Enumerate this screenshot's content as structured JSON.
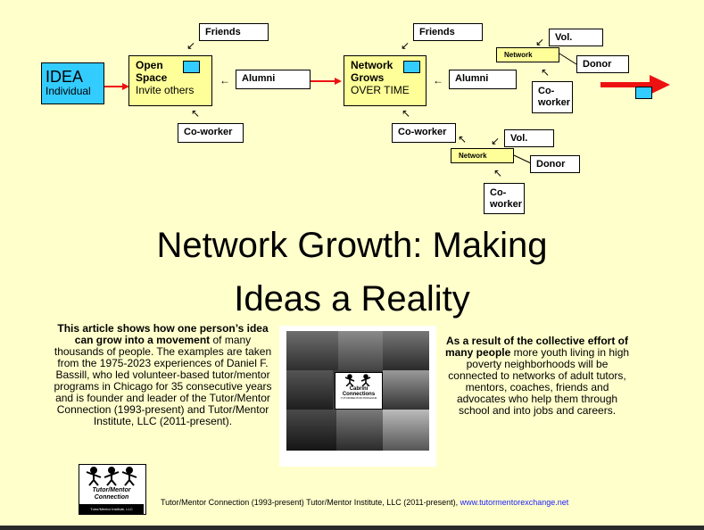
{
  "diagram": {
    "idea_box": {
      "title": "IDEA",
      "subtitle": "Individual"
    },
    "open_space": {
      "line1": "Open",
      "line2": "Space",
      "line3": "Invite others"
    },
    "network_grows": {
      "line1": "Network",
      "line2": "Grows",
      "line3": "OVER TIME"
    },
    "labels": {
      "friends": "Friends",
      "alumni": "Alumni",
      "coworker": "Co-worker",
      "network": "Network",
      "vol": "Vol.",
      "donor": "Donor",
      "coworker_short_1": "Co-",
      "coworker_short_2": "worker"
    }
  },
  "title": {
    "line1": "Network Growth: Making",
    "line2": "Ideas a Reality"
  },
  "left_text": {
    "bold": "This article shows how one person’s idea can grow into a movement",
    "rest": " of many thousands of people.  The examples are taken from the 1975-2023 experiences of Daniel F. Bassill, who led volunteer-based tutor/mentor programs in Chicago for 35 consecutive years and is founder and leader of the Tutor/Mentor Connection (1993-present) and Tutor/Mentor Institute, LLC (2011-present)."
  },
  "right_text": {
    "bold": "As a result of the collective effort of many people",
    "rest": " more youth living in high poverty neighborhoods will be connected to networks of adult tutors, mentors, coaches, friends and advocates who help them through school and into jobs and careers."
  },
  "collage": {
    "sign_line1": "Cabrini",
    "sign_line2": "Connections",
    "sign_line3": "TUTOR/MENTOR PROGRAM"
  },
  "logo": {
    "line1": "Tutor/Mentor",
    "line2": "Connection",
    "line3": "Tutor/Mentor Institute, LLC"
  },
  "footer": {
    "text": "Tutor/Mentor Connection (1993-present) Tutor/Mentor Institute, LLC (2011-present),  ",
    "url": "www.tutormentorexchange.net"
  },
  "colors": {
    "slide_bg": "#ffffcc",
    "box_yellow": "#ffff99",
    "idea_blue": "#33ccff",
    "arrow_red": "#ee1111"
  }
}
